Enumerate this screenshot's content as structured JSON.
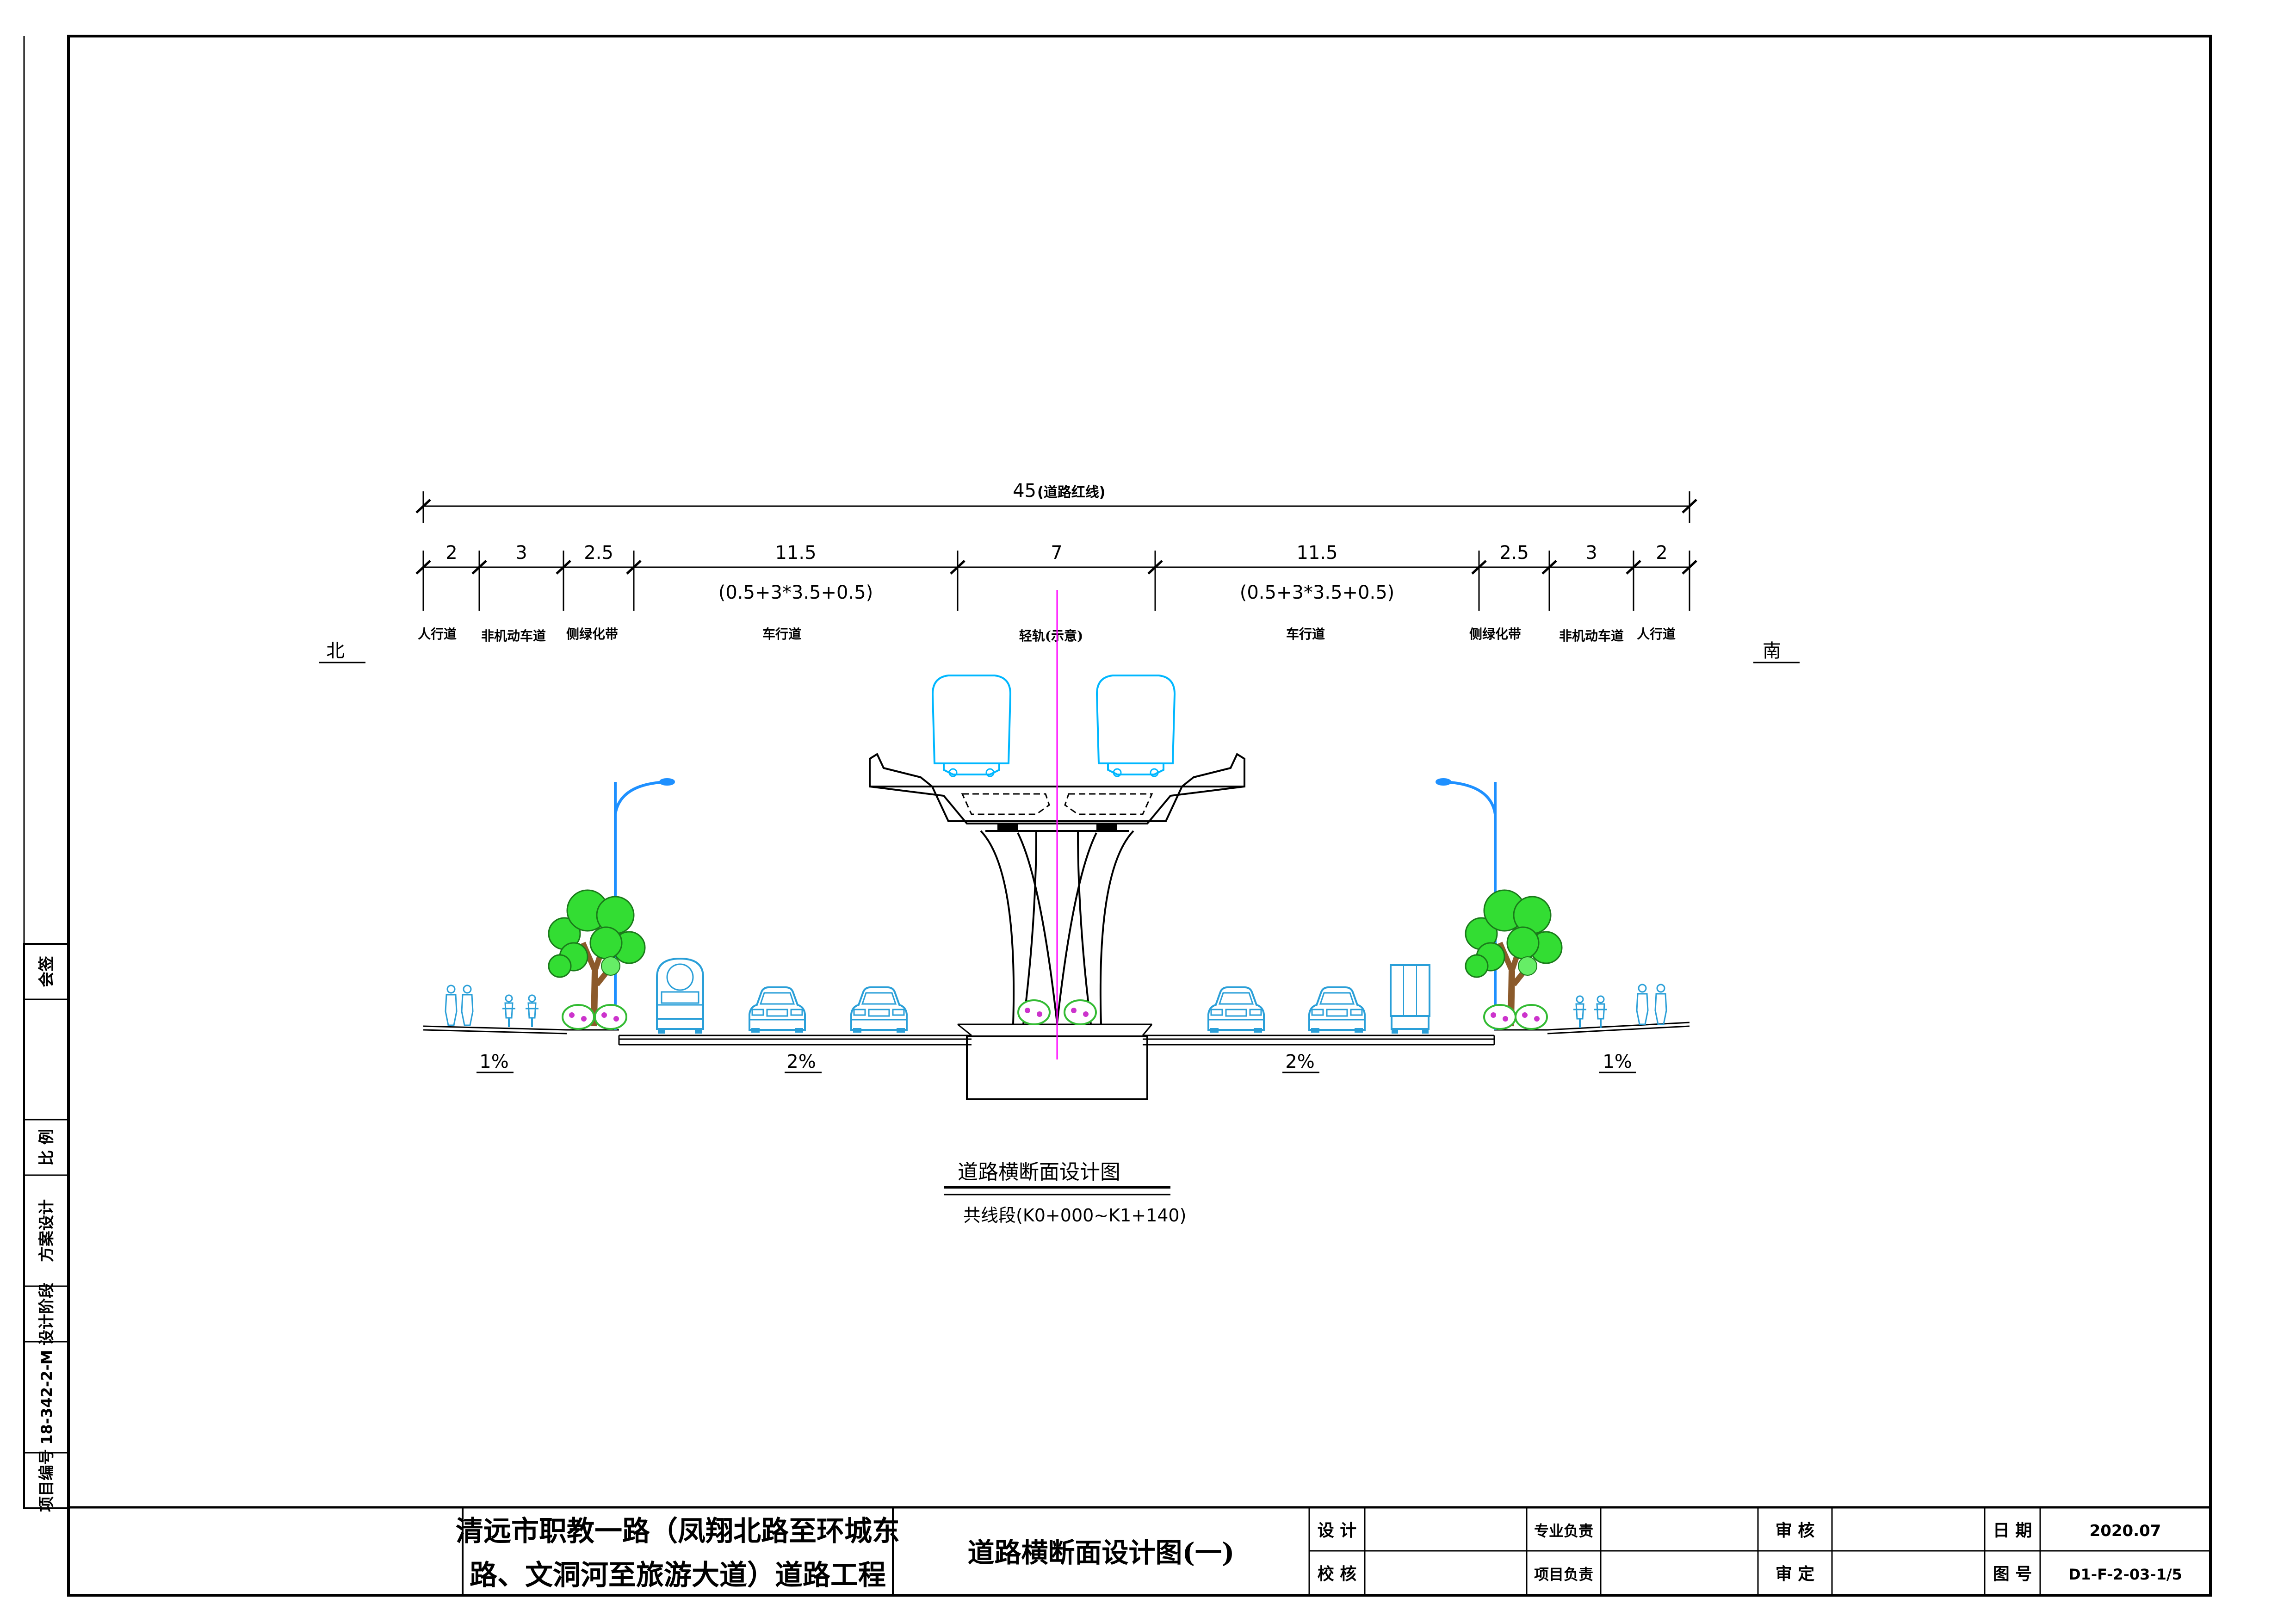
{
  "drawing": {
    "orientation": {
      "north": "北",
      "south": "南"
    },
    "total_dimension": {
      "value": "45",
      "note": "(道路红线)"
    },
    "segment_dimensions": [
      {
        "value": "2",
        "label": "人行道"
      },
      {
        "value": "3",
        "label": "非机动车道"
      },
      {
        "value": "2.5",
        "label": "侧绿化带"
      },
      {
        "value": "11.5",
        "sub": "(0.5+3*3.5+0.5)",
        "label": "车行道"
      },
      {
        "value": "7",
        "label": "轻轨(示意)"
      },
      {
        "value": "11.5",
        "sub": "(0.5+3*3.5+0.5)",
        "label": "车行道"
      },
      {
        "value": "2.5",
        "label": "侧绿化带"
      },
      {
        "value": "3",
        "label": "非机动车道"
      },
      {
        "value": "2",
        "label": "人行道"
      }
    ],
    "slopes": [
      "1%",
      "2%",
      "2%",
      "1%"
    ],
    "caption": {
      "title": "道路横断面设计图",
      "subtitle": "共线段(K0+000~K1+140)"
    }
  },
  "left_strip": {
    "cells": [
      "会签",
      "比 例",
      "方案设计",
      "设计阶段",
      "18-342-2-M",
      "项目编号"
    ]
  },
  "title_block": {
    "project_line1": "清远市职教一路（凤翔北路至环城东",
    "project_line2": "路、文洞河至旅游大道）道路工程",
    "drawing_title": "道路横断面设计图(一)",
    "design_label": "设 计",
    "check_label": "校 核",
    "specialty_label": "专业负责",
    "project_lead_label": "项目负责",
    "review_label": "审 核",
    "approve_label": "审 定",
    "date_label": "日 期",
    "date_value": "2020.07",
    "sheet_label": "图 号",
    "sheet_value": "D1-F-2-03-1/5"
  },
  "colors": {
    "line": "#000000",
    "tree_green": "#33dd33",
    "tree_trunk": "#8b5a2b",
    "vehicle_blue": "#2a9fd8",
    "pole_blue": "#1e90ff",
    "centerline": "#ff00ff",
    "rail_outline": "#00b7ff",
    "shrub_purple": "#cc33cc"
  },
  "icons": [
    "pedestrian-icon",
    "cyclist-icon",
    "street-lamp-icon",
    "tree-icon",
    "car-icon",
    "truck-icon",
    "tanker-truck-icon",
    "light-rail-icon",
    "shrub-icon"
  ]
}
